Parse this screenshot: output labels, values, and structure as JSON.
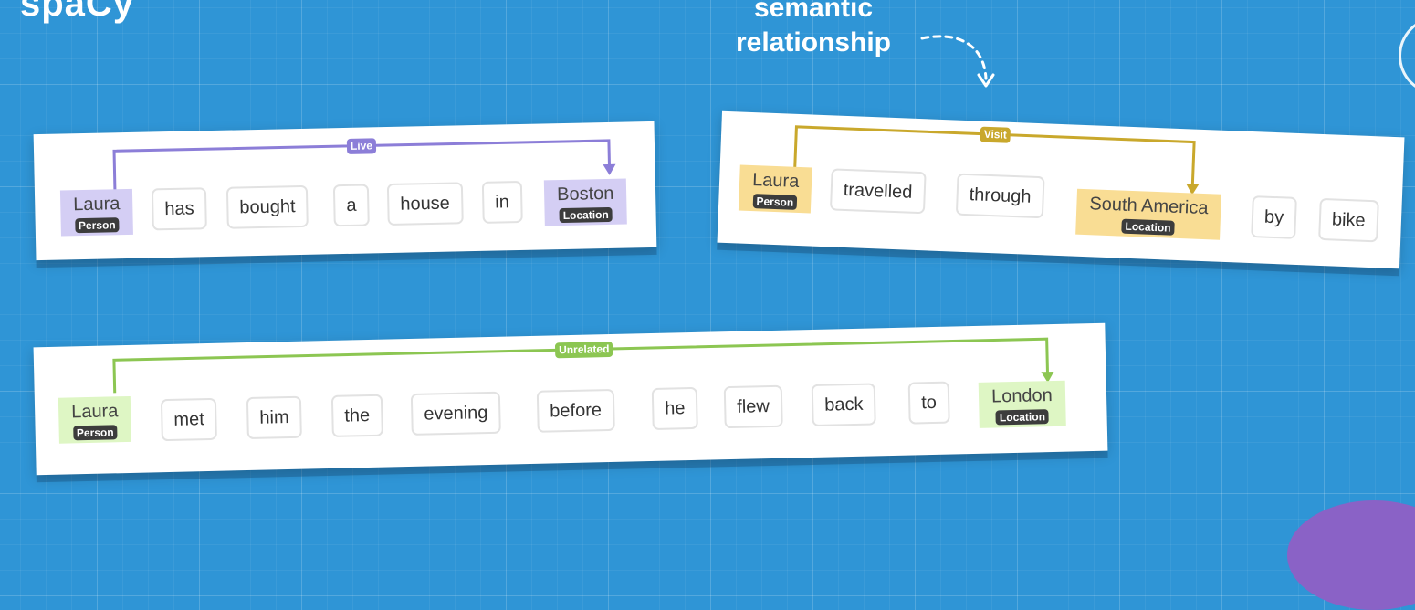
{
  "header": {
    "logo": "spaCy",
    "caption": "semantic relationship"
  },
  "colors": {
    "live": "#8c7ed8",
    "visit": "#c9a82c",
    "unrelated": "#8cc652",
    "ent_live": "#d4cef4",
    "ent_visit": "#f9dd94",
    "ent_unrelated": "#def6c4"
  },
  "examples": [
    {
      "relation": "Live",
      "head": {
        "text": "Laura",
        "label": "Person"
      },
      "tokens": [
        "has",
        "bought",
        "a",
        "house",
        "in"
      ],
      "tail": {
        "text": "Boston",
        "label": "Location"
      }
    },
    {
      "relation": "Visit",
      "head": {
        "text": "Laura",
        "label": "Person"
      },
      "tokens": [
        "travelled",
        "through"
      ],
      "tail": {
        "text": "South America",
        "label": "Location"
      },
      "after": [
        "by",
        "bike"
      ]
    },
    {
      "relation": "Unrelated",
      "head": {
        "text": "Laura",
        "label": "Person"
      },
      "tokens": [
        "met",
        "him",
        "the",
        "evening",
        "before",
        "he",
        "flew",
        "back",
        "to"
      ],
      "tail": {
        "text": "London",
        "label": "Location"
      }
    }
  ]
}
